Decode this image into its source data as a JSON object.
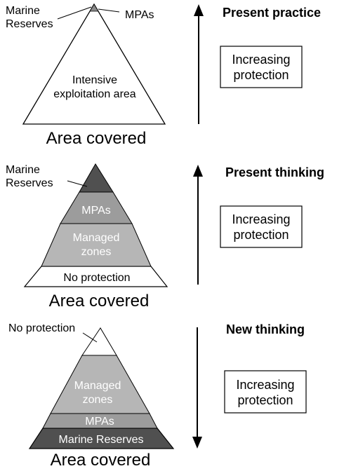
{
  "panels": [
    {
      "heading": "Present practice",
      "label_marine_reserves": "Marine\nReserves",
      "label_mpas": "MPAs",
      "body_text": "Intensive\nexploitation area",
      "area_label": "Area covered",
      "protection_box": "Increasing\nprotection",
      "arrow": "up"
    },
    {
      "heading": "Present thinking",
      "label_marine_reserves": "Marine\nReserves",
      "zones": [
        "MPAs",
        "Managed\nzones",
        "No protection"
      ],
      "area_label": "Area covered",
      "protection_box": "Increasing\nprotection",
      "arrow": "up"
    },
    {
      "heading": "New thinking",
      "label_no_protection": "No protection",
      "zones": [
        "Managed\nzones",
        "MPAs",
        "Marine Reserves"
      ],
      "area_label": "Area covered",
      "protection_box": "Increasing\nprotection",
      "arrow": "down"
    }
  ],
  "colors": {
    "marine_reserves": "#505050",
    "mpas": "#9c9c9c",
    "managed_zones": "#b6b6b6",
    "no_protection": "#ffffff",
    "stroke": "#000000"
  }
}
